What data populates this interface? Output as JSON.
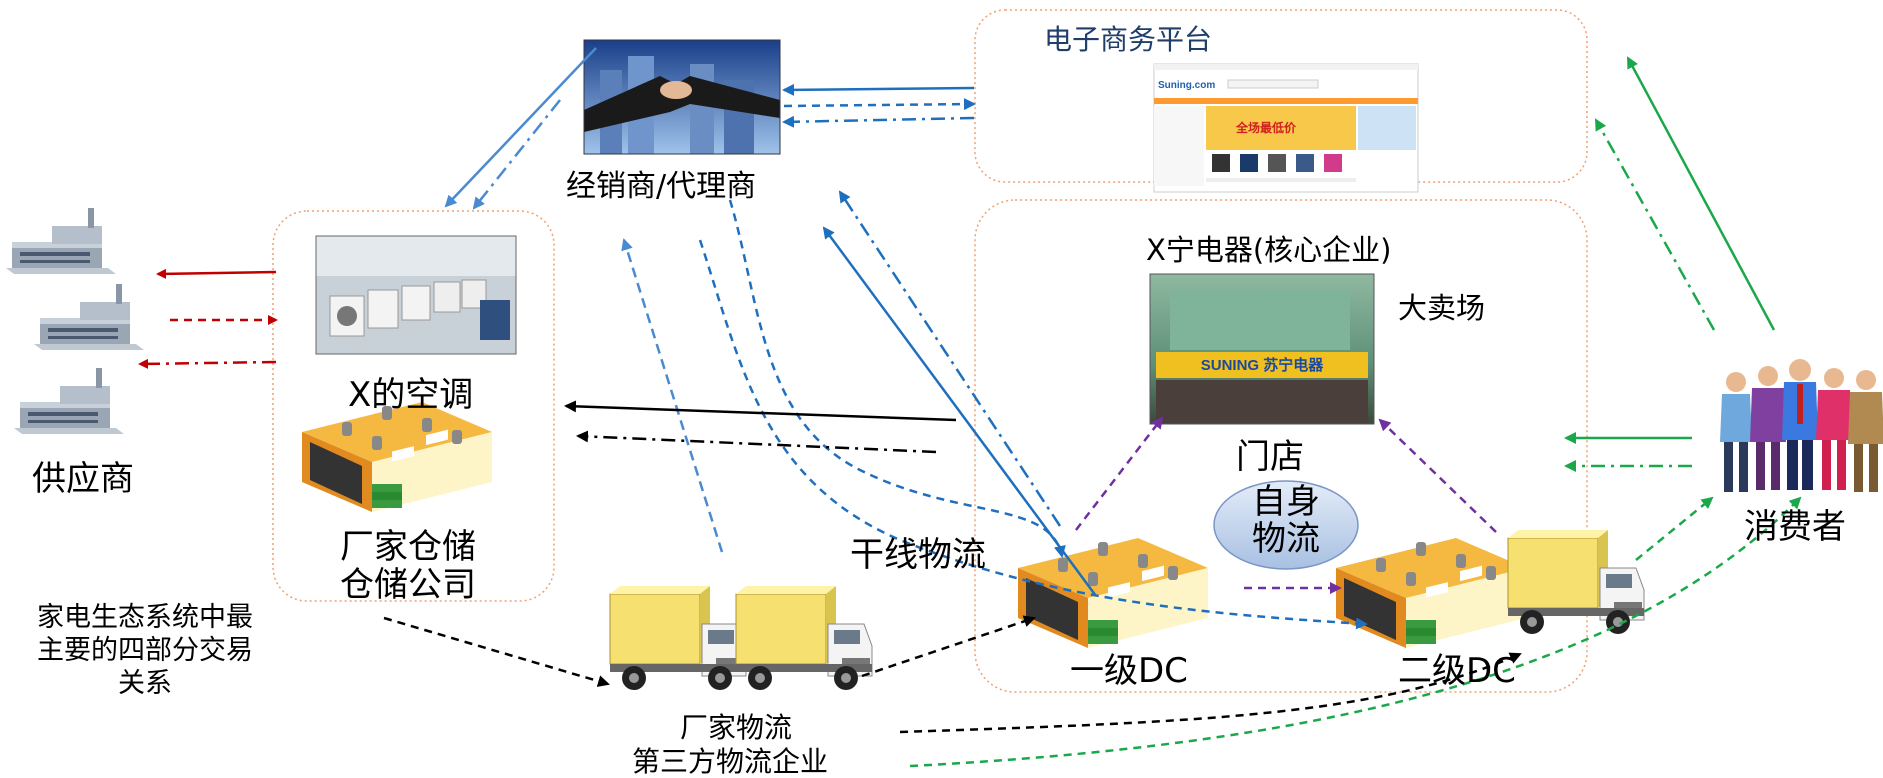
{
  "labels": {
    "ecommerce_platform": "电子商务平台",
    "dealer": "经销商/代理商",
    "supplier": "供应商",
    "x_aircon": "X的空调",
    "factory_storage_1": "厂家仓储",
    "factory_storage_2": "仓储公司",
    "core_enterprise": "X宁电器(核心企业)",
    "hypermarket": "大卖场",
    "store": "门店",
    "self_logistics": "自身\n物流",
    "trunk_logistics": "干线物流",
    "dc_level1": "一级DC",
    "dc_level2": "二级DC",
    "consumer": "消费者",
    "factory_logistics_1": "厂家物流",
    "factory_logistics_2": "第三方物流企业",
    "caption": "家电生态系统中最\n主要的四部分交易\n关系"
  },
  "website": {
    "logo": "Suning.com",
    "banner": "全场最低价"
  },
  "store_sign": "SUNING 苏宁电器",
  "colors": {
    "box_border": "#f0a070",
    "supplier_flow": "#c00000",
    "dealer_flow": "#1f6fbf",
    "light_blue_flow": "#4a8ad0",
    "black_flow": "#000000",
    "green_flow": "#1aa84a",
    "purple_flow": "#7030a0",
    "ellipse_fill": "#b8cce8",
    "warehouse_roof": "#f5b840",
    "truck_cargo": "#f5e070"
  },
  "icons": [
    "factory-icon",
    "handshake-image",
    "website-image",
    "production-line-image",
    "warehouse-icon",
    "store-building-image",
    "truck-icon",
    "consumers-group-icon"
  ]
}
